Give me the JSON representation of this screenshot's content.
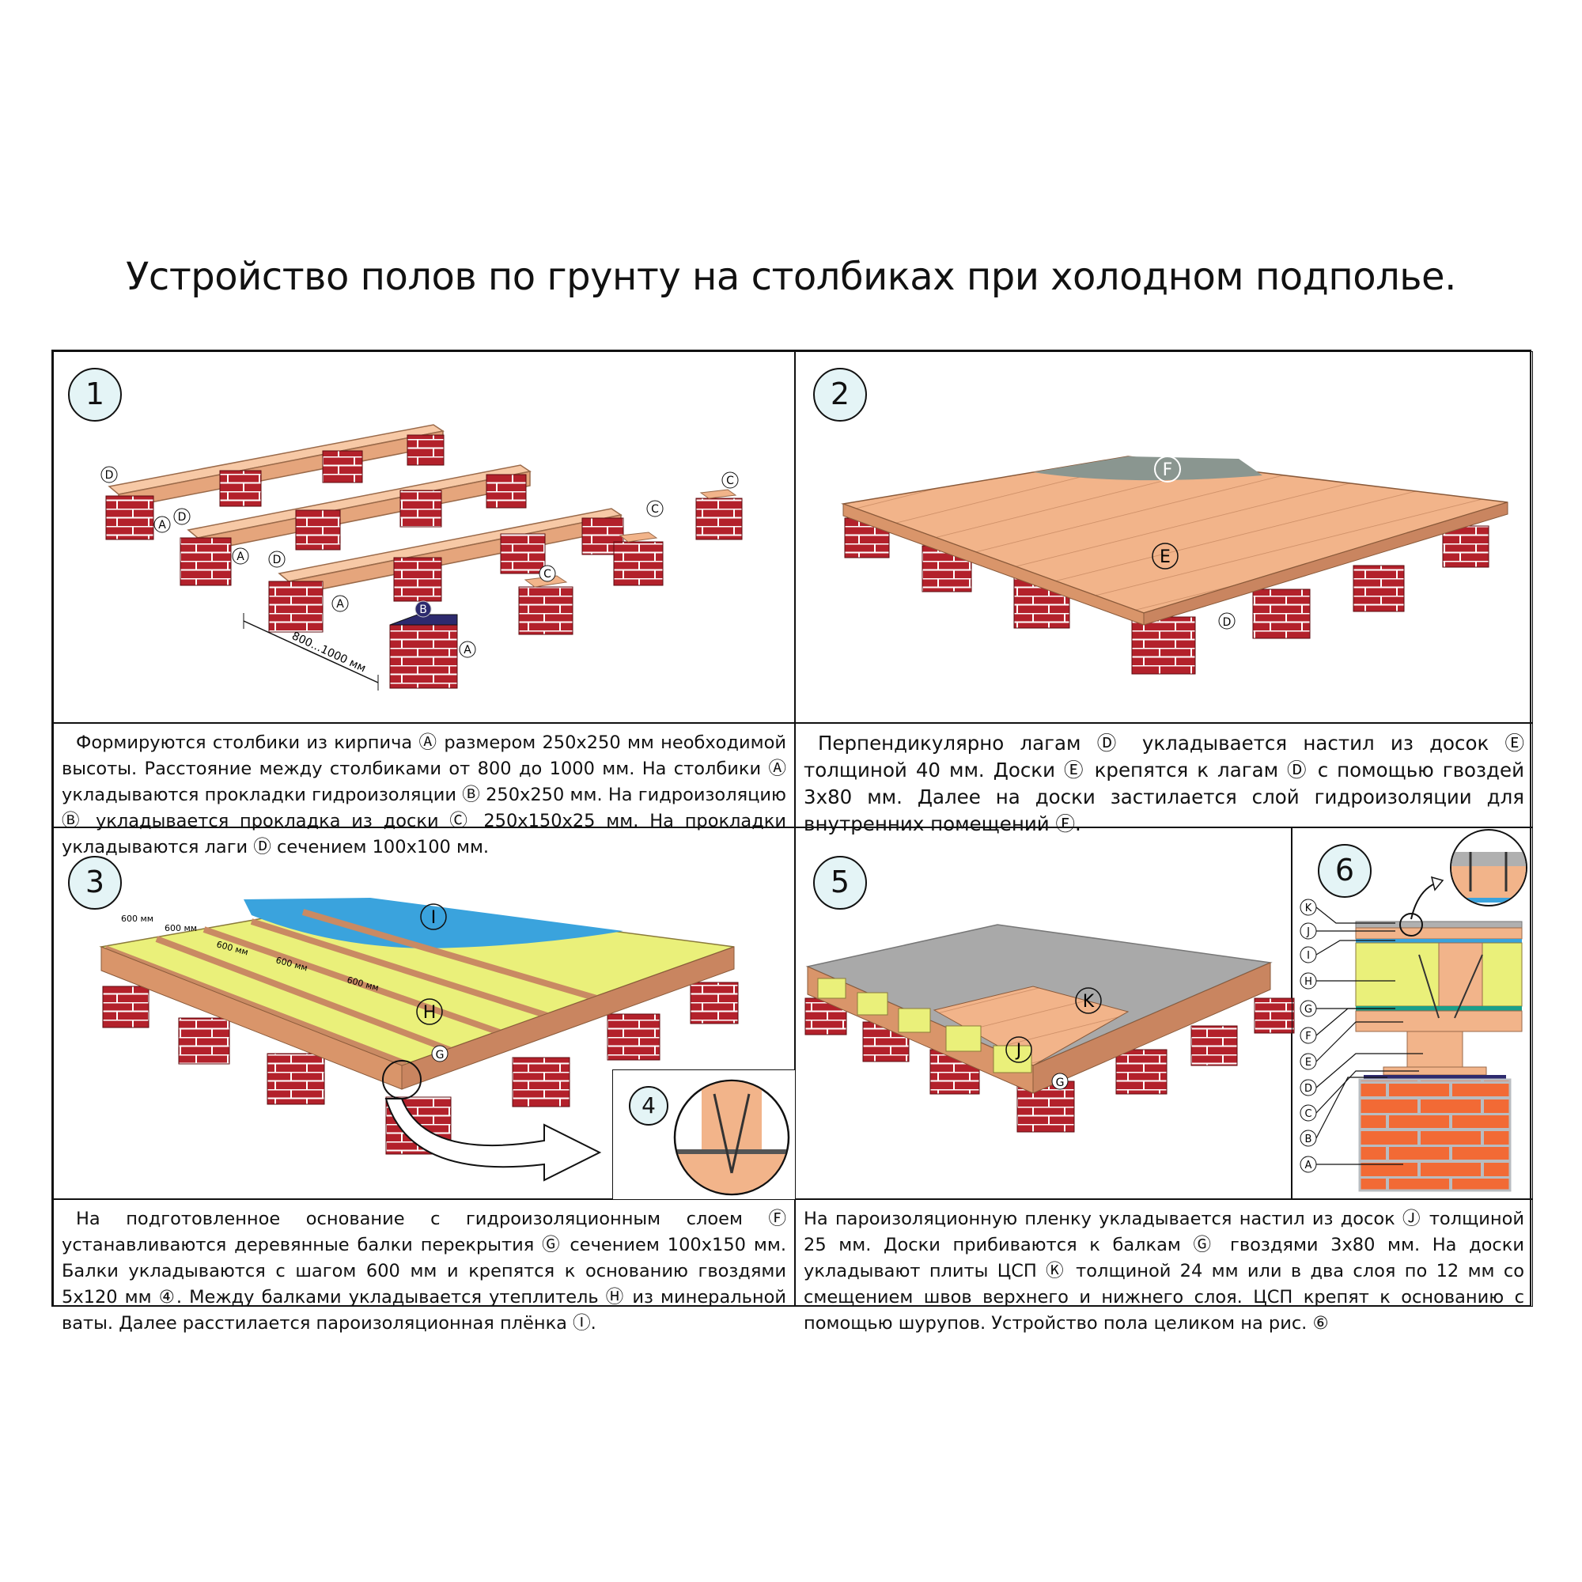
{
  "title": "Устройство полов по грунту на столбиках при холодном подполье.",
  "panels": {
    "p1": {
      "num": "1",
      "dim_label": "800...1000 мм"
    },
    "p2": {
      "num": "2"
    },
    "p3": {
      "num": "3",
      "spacing_labels": [
        "600 мм",
        "600 мм",
        "600 мм",
        "600 мм",
        "600 мм"
      ]
    },
    "p4": {
      "num": "4"
    },
    "p5": {
      "num": "5"
    },
    "p6": {
      "num": "6"
    }
  },
  "markers": [
    "A",
    "B",
    "C",
    "D",
    "E",
    "F",
    "G",
    "H",
    "I",
    "J",
    "K"
  ],
  "texts": {
    "t1": "Формируются столбики из кирпича Ⓐ размером 250х250 мм необходимой высоты. Расстояние между столбиками от 800 до 1000 мм. На столбики Ⓐ укладываются прокладки гидроизоляции Ⓑ 250х250 мм. На гидроизоляцию Ⓑ укладывается прокладка из доски Ⓒ 250х150х25 мм. На прокладки укладываются лаги Ⓓ сечением 100х100 мм.",
    "t2": "Перпендикулярно лагам Ⓓ укладывается настил из досок Ⓔ толщиной 40 мм. Доски Ⓔ крепятся к лагам Ⓓ с помощью гвоздей 3х80 мм. Далее на доски застилается слой гидроизоляции для внутренних помещений Ⓕ.",
    "t3": "На подготовленное основание с гидроизоляционным слоем Ⓕ устанавливаются деревянные балки перекрытия Ⓖ сечением 100х150 мм. Балки укладываются с шагом 600 мм и крепятся к основанию гвоздями 5х120 мм ④. Между балками укладывается утеплитель Ⓗ из минеральной ваты. Далее расстилается пароизоляционная плёнка Ⓘ.",
    "t5": "На пароизоляционную пленку укладывается настил из досок Ⓙ толщиной 25 мм. Доски прибиваются к балкам Ⓖ гвоздями 3х80 мм. На доски укладывают плиты ЦСП Ⓚ толщиной 24 мм или в два слоя по 12 мм со смещением швов верхнего и нижнего слоя. ЦСП крепят к основанию с помощью шурупов. Устройство пола целиком на рис. ⑥"
  },
  "colors": {
    "brick": "#b3212b",
    "brick_dark": "#7d1219",
    "mortar": "#ffffff",
    "wood": "#f2b48a",
    "wood_dark": "#d9956a",
    "insulation": "#eaf07a",
    "vapor_film": "#3aa3dd",
    "waterproofing": "#8a9690",
    "csp_board": "#a9a9a9",
    "badge_fill": "#e4f4f6",
    "bitumen": "#2d2a6e"
  }
}
